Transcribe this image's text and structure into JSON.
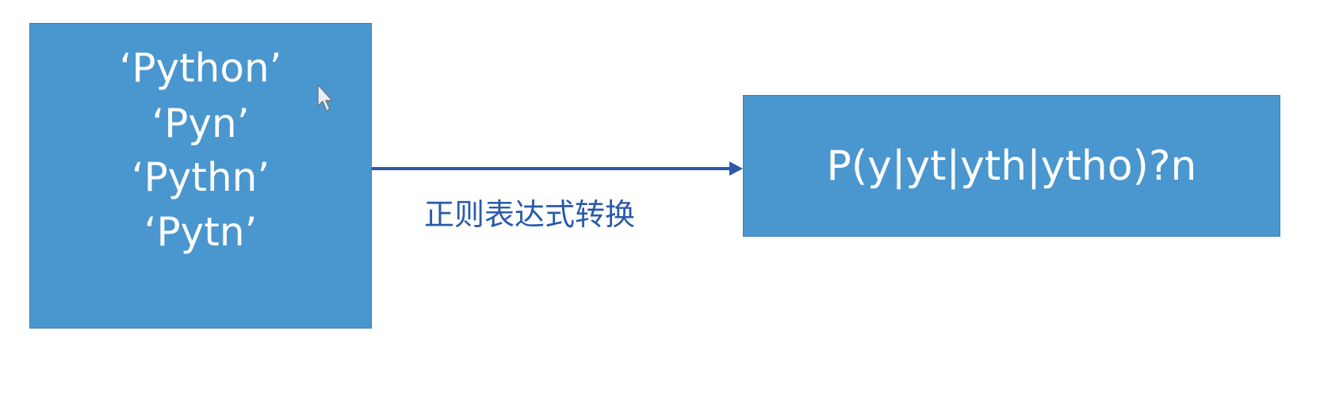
{
  "left_box": {
    "items": [
      "‘Python’",
      "‘Pyn’",
      "‘Pythn’",
      "‘Pytn’"
    ]
  },
  "right_box": {
    "regex": "P(y|yt|yth|ytho)?n"
  },
  "arrow": {
    "label": "正则表达式转换"
  },
  "colors": {
    "box_fill": "#4a96cf",
    "box_border": "#3f7fb3",
    "arrow": "#2e57a8",
    "label": "#2a5aa8"
  },
  "icons": {
    "cursor": "mouse-pointer-icon"
  }
}
